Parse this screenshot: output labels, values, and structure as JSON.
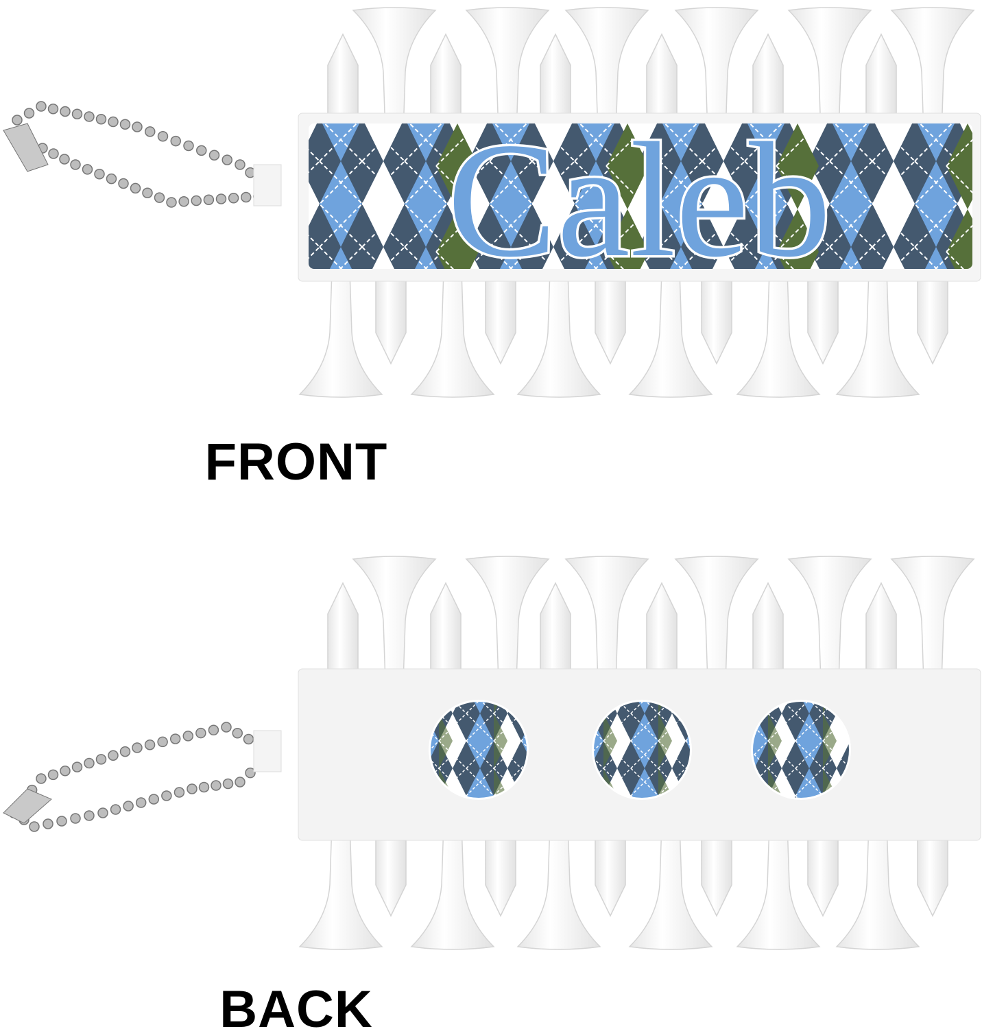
{
  "front": {
    "personalized_name": "Caleb",
    "view_label": "FRONT"
  },
  "back": {
    "view_label": "BACK",
    "emblem_count": 3
  },
  "colors": {
    "navy": "#44596f",
    "light_blue": "#6fa3dd",
    "green": "#56703a",
    "white": "#ffffff",
    "tee": "#f7f7f7",
    "chain": "#b8b8b8"
  }
}
